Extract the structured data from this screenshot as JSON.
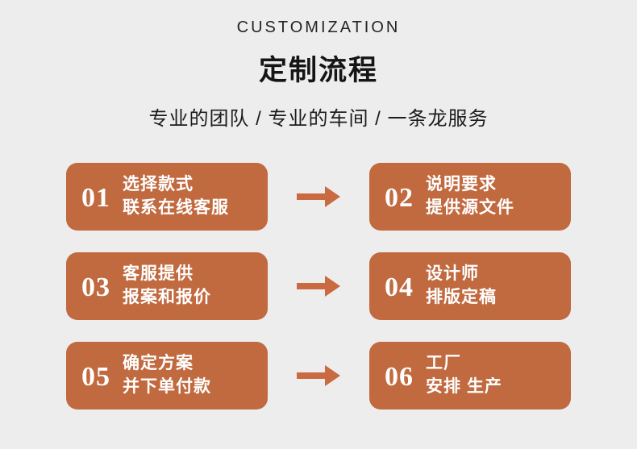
{
  "page": {
    "background_color": "#ededed",
    "accent_color": "#c1693f"
  },
  "header": {
    "eyebrow": "CUSTOMIZATION",
    "title": "定制流程",
    "subtitle": "专业的团队 / 专业的车间 / 一条龙服务"
  },
  "steps": [
    {
      "number": "01",
      "line1": "选择款式",
      "line2": "联系在线客服"
    },
    {
      "number": "02",
      "line1": "说明要求",
      "line2": "提供源文件"
    },
    {
      "number": "03",
      "line1": "客服提供",
      "line2": "报案和报价"
    },
    {
      "number": "04",
      "line1": "设计师",
      "line2": "排版定稿"
    },
    {
      "number": "05",
      "line1": "确定方案",
      "line2": "并下单付款"
    },
    {
      "number": "06",
      "line1": "工厂",
      "line2": "安排 生产"
    }
  ]
}
